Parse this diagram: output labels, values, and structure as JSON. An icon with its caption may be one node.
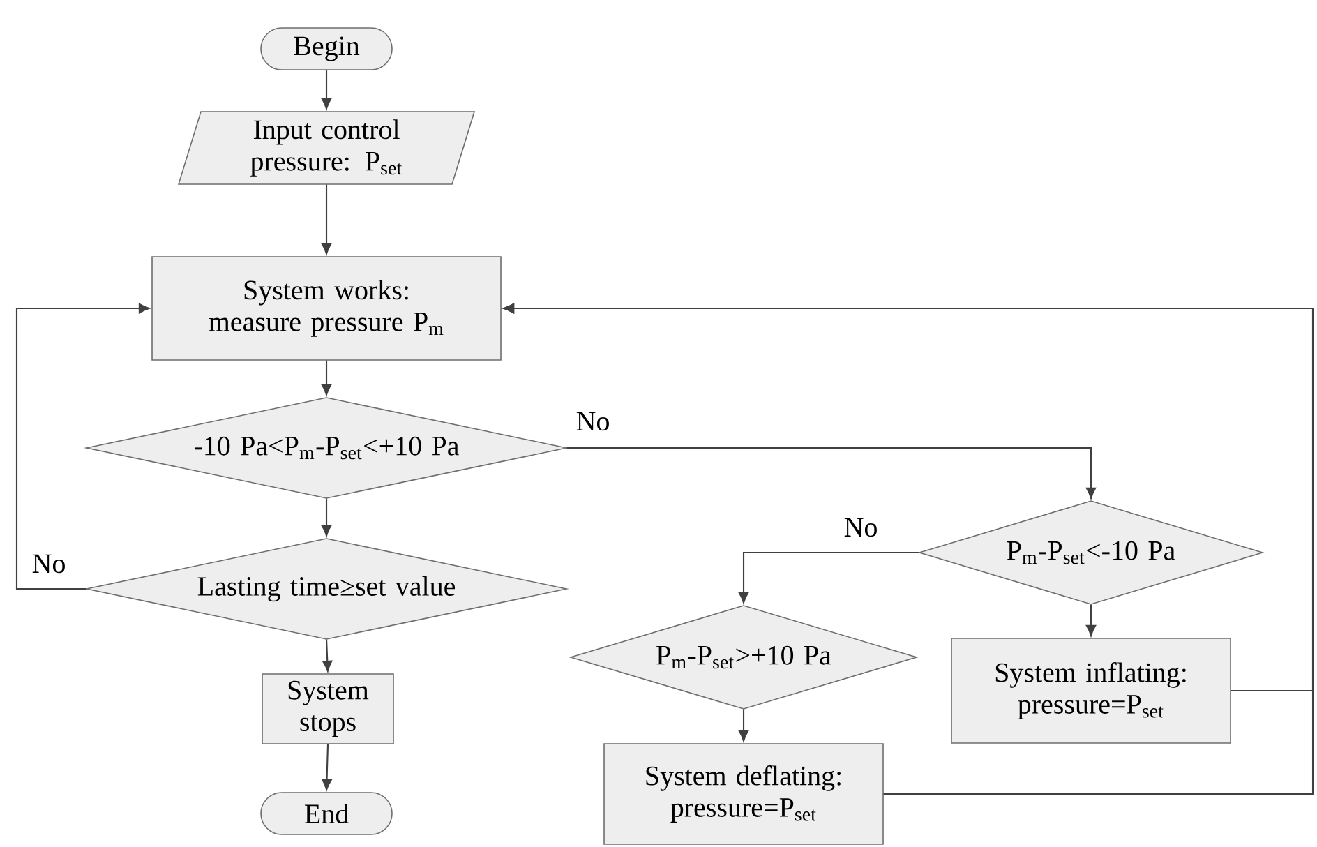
{
  "diagram": {
    "nodes": [
      {
        "text": [
          "Begin"
        ]
      },
      {
        "text": [
          "Input control pressure: P$_{set}$"
        ]
      },
      {
        "text": [
          "System works: measure pressure P$_{m}$"
        ]
      },
      {
        "text": [
          "-10 Pa<P$_{m}$-P$_{set}$<+10 Pa"
        ]
      },
      {
        "text": [
          "Lasting time≥set value"
        ]
      },
      {
        "text": [
          "System stops"
        ]
      },
      {
        "text": [
          "End"
        ]
      },
      {
        "text": [
          "P$_{m}$-P$_{set}$<-10 Pa"
        ]
      },
      {
        "text": [
          "P$_{m}$-P$_{set}$>+10 Pa"
        ]
      },
      {
        "text": [
          "System inflating: pressure=P$_{set}$"
        ]
      },
      {
        "text": [
          "System deflating: pressure=P$_{set}$"
        ]
      }
    ],
    "edges": [
      {
        "from": 0,
        "to": 1,
        "arrow": "to"
      },
      {
        "from": 1,
        "to": 2,
        "arrow": "to"
      },
      {
        "from": 2,
        "to": 3,
        "arrow": "to"
      },
      {
        "from": 3,
        "to": 4,
        "arrow": "to"
      },
      {
        "from": 4,
        "to": 5,
        "arrow": "to"
      },
      {
        "from": 5,
        "to": 6,
        "arrow": "to"
      },
      {
        "from": 3,
        "to": 7,
        "arrow": "to",
        "label": "No"
      },
      {
        "from": 7,
        "to": 8,
        "arrow": "to",
        "label": "No"
      },
      {
        "from": 7,
        "to": 9,
        "arrow": "to"
      },
      {
        "from": 8,
        "to": 10,
        "arrow": "to"
      },
      {
        "from": 9,
        "to": 2,
        "arrow": "to"
      },
      {
        "from": 10,
        "to": 2,
        "arrow": "to"
      },
      {
        "from": 4,
        "to": 2,
        "arrow": "to",
        "label": "No"
      }
    ]
  }
}
